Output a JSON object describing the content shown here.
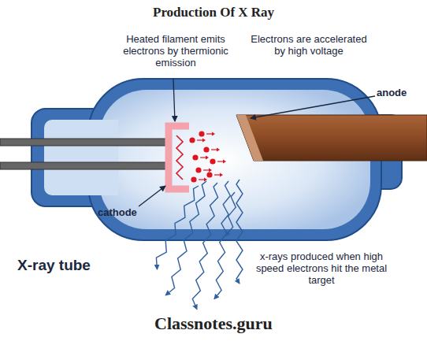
{
  "diagram": {
    "title": "Production Of X Ray",
    "labels": [
      "Heated filament emits electrons by thermionic emission",
      "Electrons are accelerated by high voltage",
      "anode",
      "cathode",
      "x-rays produced when high speed electrons hit the metal target",
      "X-ray tube",
      "Classnotes.guru"
    ]
  }
}
